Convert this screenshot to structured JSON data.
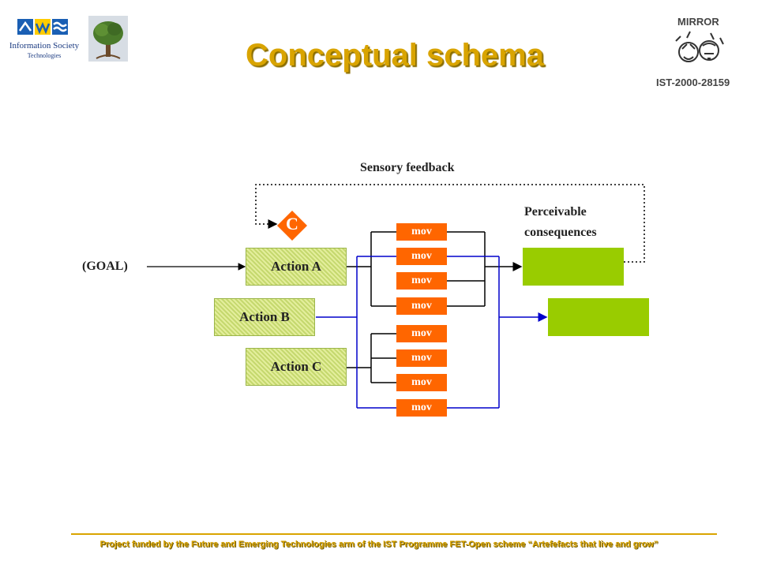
{
  "header": {
    "logo_text_line1": "Information Society",
    "logo_text_line2": "Technologies",
    "title": "Conceptual schema",
    "project_name": "MIRROR",
    "project_code": "IST-2000-28159"
  },
  "diagram": {
    "feedback_label": "Sensory feedback",
    "consequences_label_line1": "Perceivable",
    "consequences_label_line2": "consequences",
    "goal_label": "(GOAL)",
    "c_label": "C",
    "actions": [
      "Action A",
      "Action B",
      "Action C"
    ],
    "mov_boxes": [
      "mov",
      "mov",
      "mov",
      "mov",
      "mov",
      "mov",
      "mov",
      "mov"
    ]
  },
  "colors": {
    "title": "#d9a400",
    "mov": "#ff6600",
    "consequence": "#99cc00",
    "blue_line": "#0000cc"
  },
  "footer": {
    "text": "Project funded by the Future and Emerging Technologies arm of the IST Programme FET-Open scheme  “Artefefacts  that live and grow”"
  }
}
